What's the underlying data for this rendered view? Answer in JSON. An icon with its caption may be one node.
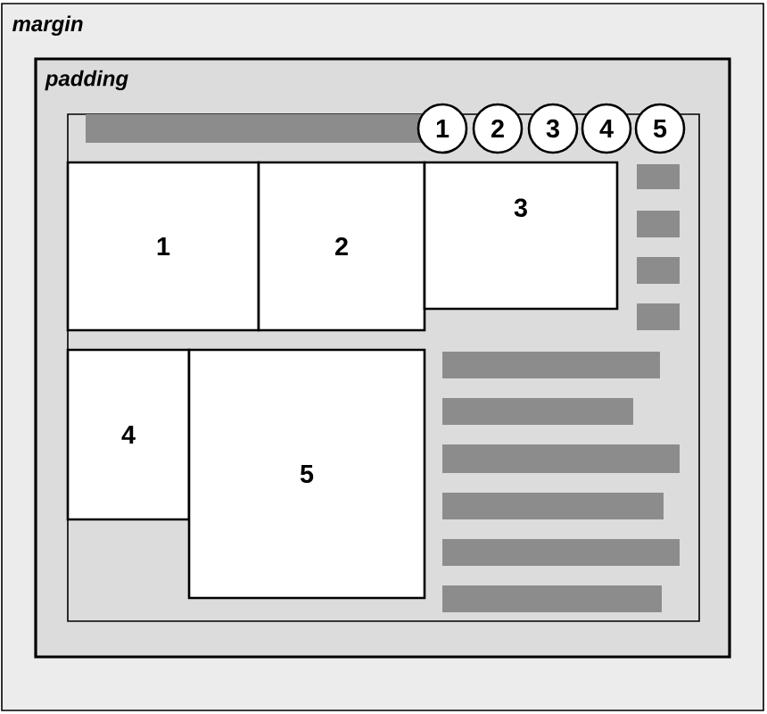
{
  "diagram": {
    "nodes": [
      {
        "text": [
          "margin"
        ]
      },
      {
        "text": [
          "padding"
        ],
        "in": 0
      },
      {
        "text": [],
        "shape": "box",
        "in": 1
      },
      {
        "text": [
          "1"
        ],
        "in": 2
      },
      {
        "text": [
          "2"
        ],
        "in": 2
      },
      {
        "text": [
          "3"
        ],
        "in": 2
      },
      {
        "text": [
          "4"
        ],
        "in": 2
      },
      {
        "text": [
          "5"
        ],
        "in": 2
      },
      {
        "text": [
          "1"
        ],
        "in": 1
      },
      {
        "text": [
          "2"
        ],
        "in": 1
      },
      {
        "text": [
          "3"
        ],
        "in": 1
      },
      {
        "text": [
          "4"
        ],
        "in": 1
      },
      {
        "text": [
          "5"
        ],
        "in": 1
      }
    ]
  }
}
